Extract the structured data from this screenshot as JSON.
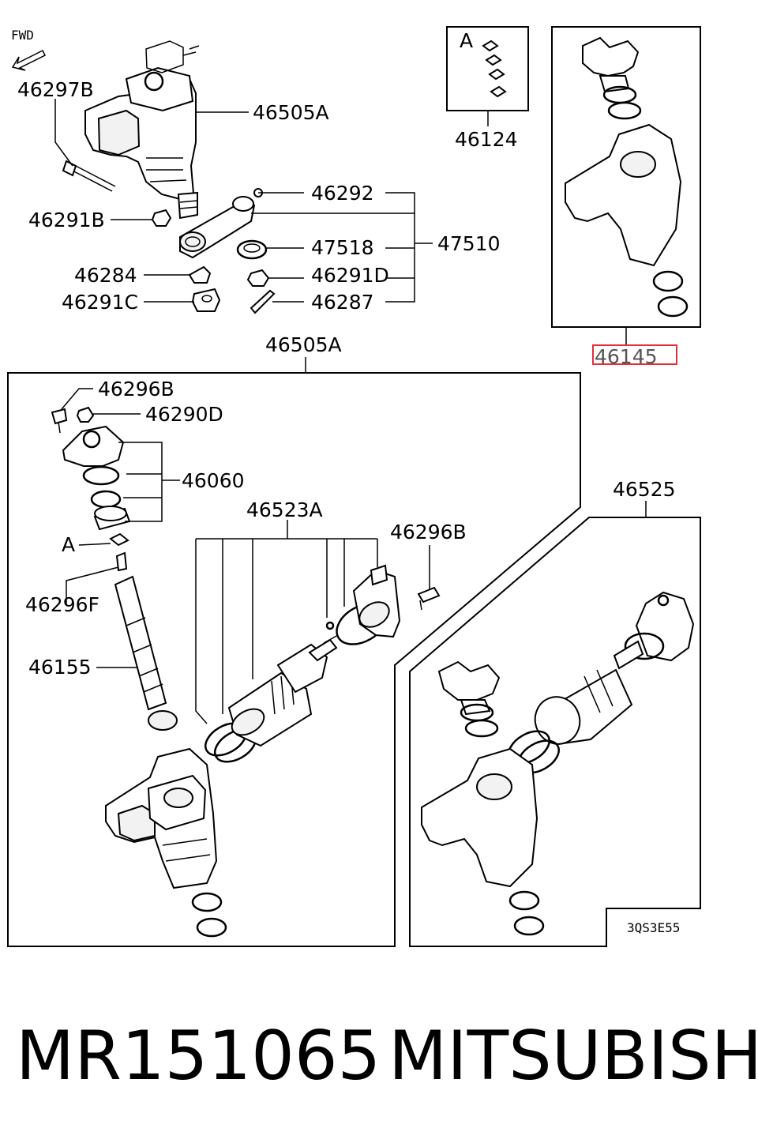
{
  "direction_label": "FWD",
  "callouts": {
    "p46297B": "46297B",
    "p46505A_top": "46505A",
    "p46292": "46292",
    "p46291B": "46291B",
    "p47518": "47518",
    "p47510": "47510",
    "p46284": "46284",
    "p46291D": "46291D",
    "p46291C": "46291C",
    "p46287": "46287",
    "p46124": "46124",
    "p46145": "46145",
    "p46505A_box": "46505A",
    "p46296B_a": "46296B",
    "p46290D": "46290D",
    "p46060": "46060",
    "p46523A": "46523A",
    "p46296B_b": "46296B",
    "ref_A": "A",
    "p46296F": "46296F",
    "p46155": "46155",
    "p46525": "46525",
    "kit_A": "A"
  },
  "drawing_code": "3QS3E55",
  "highlight_color": "#e0303a",
  "footer": {
    "part_number": "MR151065",
    "brand": "MITSUBISHI"
  }
}
